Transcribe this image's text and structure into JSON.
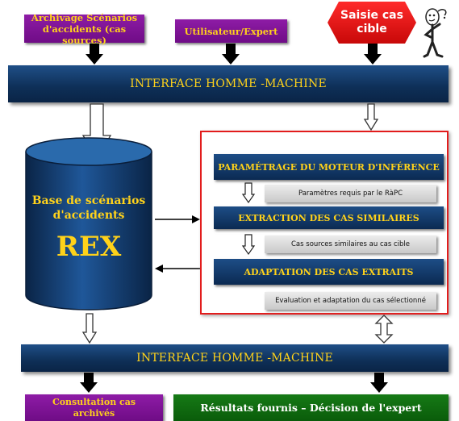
{
  "inputs": {
    "archive": "Archivage Scénarios d'accidents (cas sources)",
    "user": "Utilisateur/Expert",
    "target": "Saisie cas cible"
  },
  "interface_top": "INTERFACE HOMME -MACHINE",
  "interface_bottom": "INTERFACE HOMME -MACHINE",
  "database": {
    "line1": "Base de scénarios",
    "line2": "d'accidents",
    "line3": "REX"
  },
  "engine": {
    "step1": "PARAMÉTRAGE DU MOTEUR D'INFÉRENCE",
    "note1": "Paramètres requis par le RàPC",
    "step2": "EXTRACTION DES CAS SIMILAIRES",
    "note2": "Cas sources similaires au cas cible",
    "step3": "ADAPTATION DES CAS EXTRAITS",
    "note3": "Evaluation et adaptation du cas sélectionné"
  },
  "outputs": {
    "consult": "Consultation cas archivés",
    "results": "Résultats fournis – Décision de l'expert"
  },
  "colors": {
    "navy": "#0e2f57",
    "purple": "#7a129a",
    "label_yellow": "#ffd21a",
    "red_border": "#e21c1c",
    "target_red": "#e01010",
    "green": "#0b650b"
  },
  "icons": [
    "thinking-person-icon"
  ]
}
